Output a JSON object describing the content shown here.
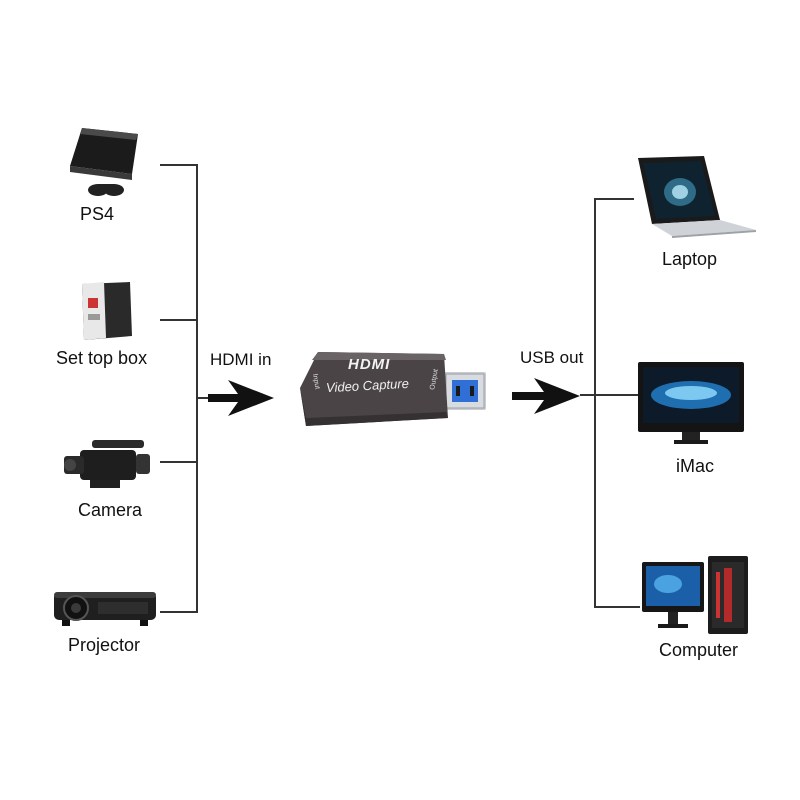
{
  "sources": [
    {
      "name": "PS4",
      "icon": "ps4-console-icon"
    },
    {
      "name": "Set top box",
      "icon": "set-top-box-icon"
    },
    {
      "name": "Camera",
      "icon": "video-camera-icon"
    },
    {
      "name": "Projector",
      "icon": "projector-icon"
    }
  ],
  "input_label": "HDMI in",
  "device": {
    "logo": "HDMI",
    "title": "Video Capture",
    "port_in": "Input",
    "port_out": "Output"
  },
  "output_label": "USB out",
  "targets": [
    {
      "name": "Laptop",
      "icon": "laptop-icon"
    },
    {
      "name": "iMac",
      "icon": "imac-icon"
    },
    {
      "name": "Computer",
      "icon": "desktop-computer-icon"
    }
  ],
  "colors": {
    "line": "#333333",
    "device_body": "#4a4446",
    "usb_blue": "#2f6fd6"
  }
}
